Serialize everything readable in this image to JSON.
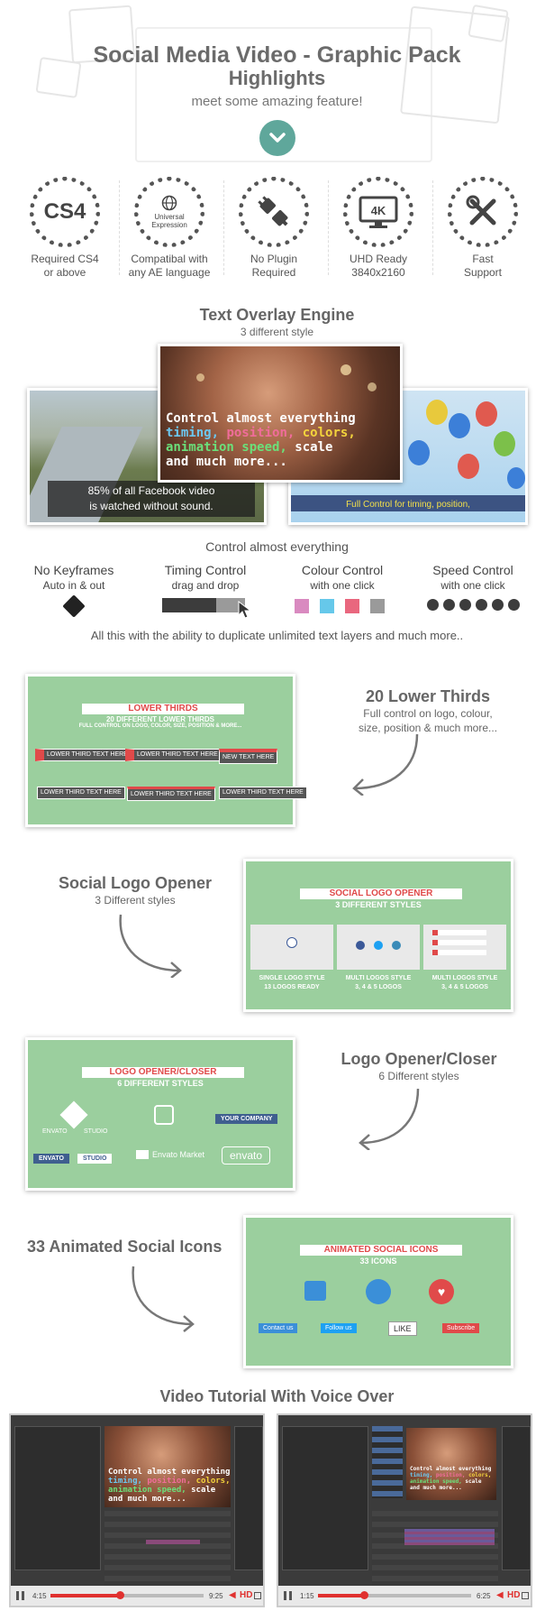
{
  "header": {
    "title": "Social Media Video - Graphic Pack",
    "highlights": "Highlights",
    "subtitle": "meet some amazing feature!"
  },
  "features": [
    {
      "icon": "cs4-badge",
      "badge_text": "CS4",
      "label1": "Required CS4",
      "label2": "or above"
    },
    {
      "icon": "globe-icon",
      "badge_text": "Universal Expression",
      "label1": "Compatibal with",
      "label2": "any AE language"
    },
    {
      "icon": "plug-icon",
      "badge_text": "",
      "label1": "No Plugin",
      "label2": "Required"
    },
    {
      "icon": "monitor-4k-icon",
      "badge_text": "4K",
      "label1": "UHD Ready",
      "label2": "3840x2160"
    },
    {
      "icon": "tools-icon",
      "badge_text": "",
      "label1": "Fast",
      "label2": "Support"
    }
  ],
  "text_overlay": {
    "title": "Text Overlay Engine",
    "subtitle": "3 different style",
    "left_caption_1": "85% of all Facebook video",
    "left_caption_2": "is watched without sound.",
    "center_line1": "Control almost everything",
    "center_w1": "timing,",
    "center_w2": "position,",
    "center_w3": "colors,",
    "center_w4": "animation speed,",
    "center_w5": "scale",
    "center_line3": "and much more...",
    "right_caption": "Full Control for timing, position,"
  },
  "controls": {
    "heading": "Control almost everything",
    "items": [
      {
        "title": "No Keyframes",
        "sub": "Auto in & out"
      },
      {
        "title": "Timing Control",
        "sub": "drag and drop"
      },
      {
        "title": "Colour Control",
        "sub": "with one click"
      },
      {
        "title": "Speed Control",
        "sub": "with one click"
      }
    ],
    "footer": "All this with the ability to duplicate unlimited text layers and much more.."
  },
  "colors": {
    "swatch_pink": "#d98ac0",
    "swatch_blue": "#66c8ea",
    "swatch_red": "#e9677e",
    "swatch_gray": "#9a9a9a",
    "green_panel": "#9bcf9e",
    "accent_teal": "#5fa79b"
  },
  "lower_thirds": {
    "title": "20 Lower Thirds",
    "sub1": "Full control on logo, colour,",
    "sub2": "size, position & much more...",
    "panel_head": "LOWER THIRDS",
    "panel_sub1": "20 DIFFERENT LOWER THIRDS",
    "panel_sub2": "FULL CONTROL ON LOGO, COLOR, SIZE, POSITION & MORE...",
    "items": [
      "LOWER THIRD TEXT HERE",
      "LOWER THIRD TEXT HERE",
      "NEW TEXT HERE",
      "LOWER THIRD TEXT HERE",
      "LOWER THIRD TEXT HERE",
      "LOWER THIRD TEXT HERE"
    ]
  },
  "social_logo": {
    "title": "Social Logo Opener",
    "sub": "3 Different styles",
    "panel_head": "SOCIAL LOGO OPENER",
    "panel_sub": "3 DIFFERENT STYLES",
    "cols": [
      {
        "l1": "SINGLE LOGO STYLE",
        "l2": "13 LOGOS READY"
      },
      {
        "l1": "MULTI LOGOS STYLE",
        "l2": "3, 4 & 5 LOGOS"
      },
      {
        "l1": "MULTI LOGOS STYLE",
        "l2": "3, 4 & 5 LOGOS"
      }
    ]
  },
  "logo_opener": {
    "title": "Logo Opener/Closer",
    "sub": "6 Different styles",
    "panel_head": "LOGO OPENER/CLOSER",
    "panel_sub": "6 DIFFERENT STYLES",
    "logos": [
      "ENVATO",
      "STUDIO",
      "YOUR COMPANY",
      "ENVATO",
      "STUDIO",
      "Envato Market",
      "envato"
    ]
  },
  "social_icons": {
    "title": "33 Animated Social Icons",
    "panel_head": "ANIMATED SOCIAL ICONS",
    "panel_sub": "33 ICONS",
    "buttons": [
      "Contact us",
      "Follow us",
      "LIKE",
      "Subscribe"
    ]
  },
  "tutorial": {
    "title": "Video Tutorial With Voice Over",
    "players": [
      {
        "time_cur": "4:15",
        "time_total": "9:25",
        "progress": 0.45,
        "hd": "HD"
      },
      {
        "time_cur": "1:15",
        "time_total": "6:25",
        "progress": 0.3,
        "hd": "HD"
      }
    ]
  }
}
